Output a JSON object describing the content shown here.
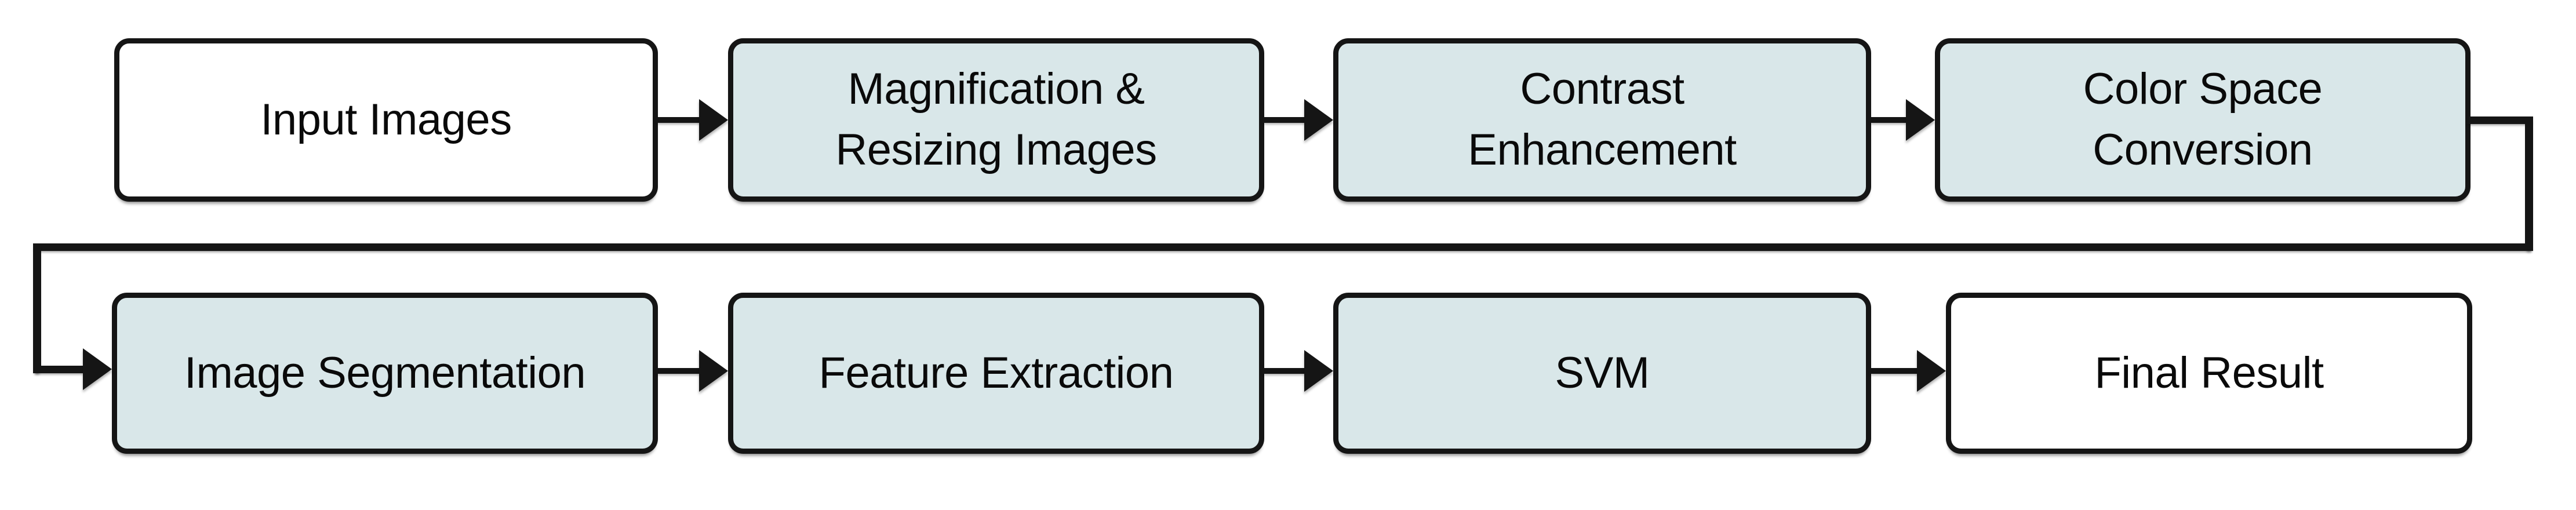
{
  "diagram": {
    "type": "flowchart",
    "background": "#ffffff",
    "colors": {
      "node_fill_accent": "#d9e7e9",
      "node_fill_plain": "#ffffff",
      "node_border": "#151515",
      "node_text": "#0a0a0a",
      "arrow": "#151515"
    },
    "nodes": [
      {
        "id": "input-images",
        "label": "Input Images",
        "lines": [
          "Input Images"
        ],
        "fill": "plain",
        "row": 1
      },
      {
        "id": "magnification-resizing",
        "label": "Magnification & Resizing Images",
        "lines": [
          "Magnification &",
          "Resizing Images"
        ],
        "fill": "accent",
        "row": 1
      },
      {
        "id": "contrast-enhancement",
        "label": "Contrast Enhancement",
        "lines": [
          "Contrast",
          "Enhancement"
        ],
        "fill": "accent",
        "row": 1
      },
      {
        "id": "color-space-conversion",
        "label": "Color Space Conversion",
        "lines": [
          "Color Space",
          "Conversion"
        ],
        "fill": "accent",
        "row": 1
      },
      {
        "id": "image-segmentation",
        "label": "Image Segmentation",
        "lines": [
          "Image Segmentation"
        ],
        "fill": "accent",
        "row": 2
      },
      {
        "id": "feature-extraction",
        "label": "Feature Extraction",
        "lines": [
          "Feature Extraction"
        ],
        "fill": "accent",
        "row": 2
      },
      {
        "id": "svm",
        "label": "SVM",
        "lines": [
          "SVM"
        ],
        "fill": "accent",
        "row": 2
      },
      {
        "id": "final-result",
        "label": "Final Result",
        "lines": [
          "Final Result"
        ],
        "fill": "plain",
        "row": 2
      }
    ],
    "edges": [
      {
        "from": "input-images",
        "to": "magnification-resizing",
        "routing": "straight"
      },
      {
        "from": "magnification-resizing",
        "to": "contrast-enhancement",
        "routing": "straight"
      },
      {
        "from": "contrast-enhancement",
        "to": "color-space-conversion",
        "routing": "straight"
      },
      {
        "from": "color-space-conversion",
        "to": "image-segmentation",
        "routing": "wrap-to-next-row"
      },
      {
        "from": "image-segmentation",
        "to": "feature-extraction",
        "routing": "straight"
      },
      {
        "from": "feature-extraction",
        "to": "svm",
        "routing": "straight"
      },
      {
        "from": "svm",
        "to": "final-result",
        "routing": "straight"
      }
    ]
  }
}
